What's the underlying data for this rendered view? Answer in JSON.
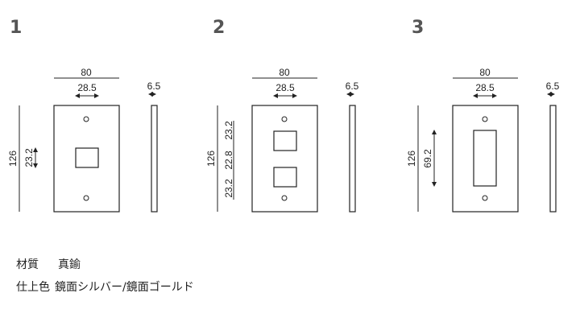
{
  "diagrams": [
    {
      "number": "1",
      "dim_width": "80",
      "dim_hole_width": "28.5",
      "dim_height": "126",
      "dim_side_thickness": "6.5",
      "vertical_dims": [
        "23.2"
      ]
    },
    {
      "number": "2",
      "dim_width": "80",
      "dim_hole_width": "28.5",
      "dim_height": "126",
      "dim_side_thickness": "6.5",
      "vertical_dims": [
        "23.2",
        "22.8",
        "23.2"
      ]
    },
    {
      "number": "3",
      "dim_width": "80",
      "dim_hole_width": "28.5",
      "dim_height": "126",
      "dim_side_thickness": "6.5",
      "vertical_dims": [
        "69.2"
      ]
    }
  ],
  "specs": {
    "material_label": "材質",
    "material_value": "真鍮",
    "color_label": "仕上色",
    "color_value": "鏡面シルバー/鏡面ゴールド"
  }
}
